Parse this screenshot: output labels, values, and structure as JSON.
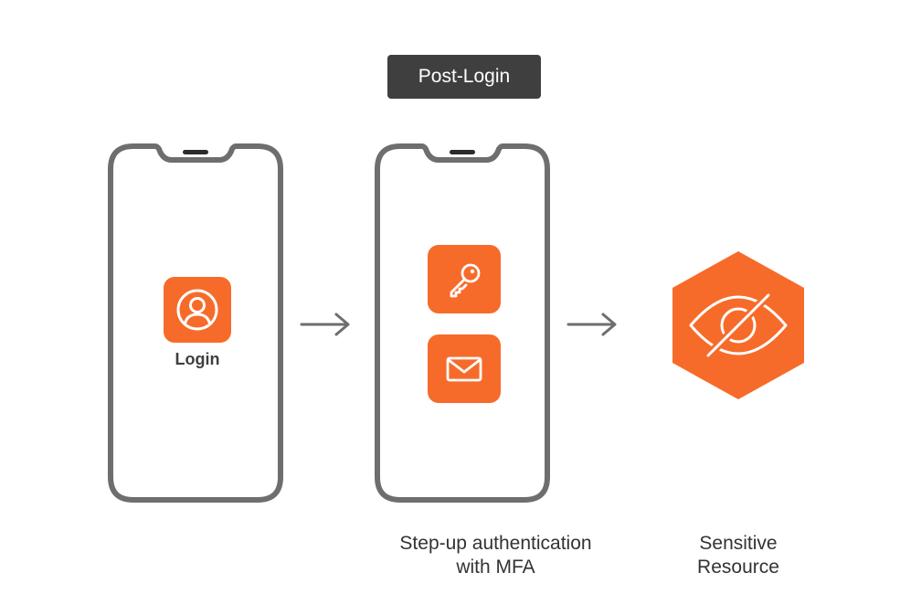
{
  "header": {
    "badge_label": "Post-Login"
  },
  "steps": [
    {
      "label": "Login",
      "icon": "user-circle-icon"
    },
    {
      "caption": "Step-up authentication\nwith MFA",
      "icons": [
        "key-icon",
        "mail-icon"
      ]
    },
    {
      "caption": "Sensitive\nResource",
      "icon": "eye-slash-icon"
    }
  ],
  "colors": {
    "accent": "#f76b2a",
    "phone_outline": "#6e6e6e",
    "badge_background": "#3f3f3f",
    "arrow": "#6e6e6e",
    "text": "#333333"
  }
}
